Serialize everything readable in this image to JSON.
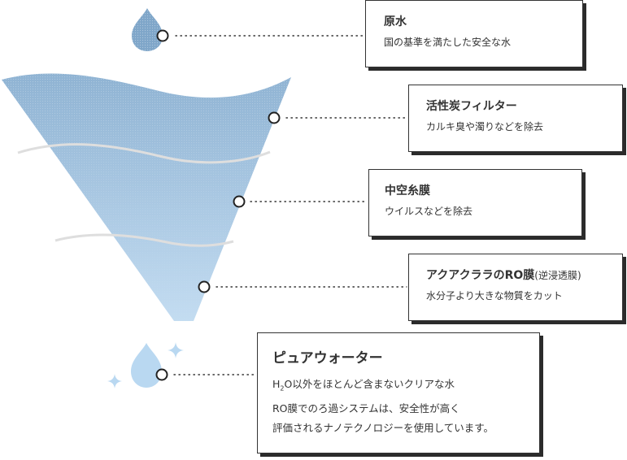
{
  "colors": {
    "funnel_top": "#8fb3d3",
    "funnel_bottom": "#c3dcf1",
    "raw_drop": "#7fa6c9",
    "pure_drop": "#b9d8f1",
    "sparkle": "#b9d8f1",
    "wave": "#dedede",
    "text": "#333333",
    "border": "#333333"
  },
  "stages": [
    {
      "title": "原水",
      "title_sub": "",
      "desc": "国の基準を満たした安全な水"
    },
    {
      "title": "活性炭フィルター",
      "title_sub": "",
      "desc": "カルキ臭や濁りなどを除去"
    },
    {
      "title": "中空糸膜",
      "title_sub": "",
      "desc": "ウイルスなどを除去"
    },
    {
      "title": "アクアクララのRO膜",
      "title_sub": "(逆浸透膜)",
      "desc": "水分子より大きな物質をカット"
    }
  ],
  "pure": {
    "title": "ピュアウォーター",
    "h2o_h": "H",
    "h2o_sub": "2",
    "h2o_rest": "O以外をほとんど含まないクリアな水",
    "line2": "RO膜でのろ過システムは、安全性が高く",
    "line3": "評価されるナノテクノロジーを使用しています。"
  },
  "icons": [
    "raw-water-drop-icon",
    "pure-water-drop-icon",
    "sparkle-icon"
  ]
}
